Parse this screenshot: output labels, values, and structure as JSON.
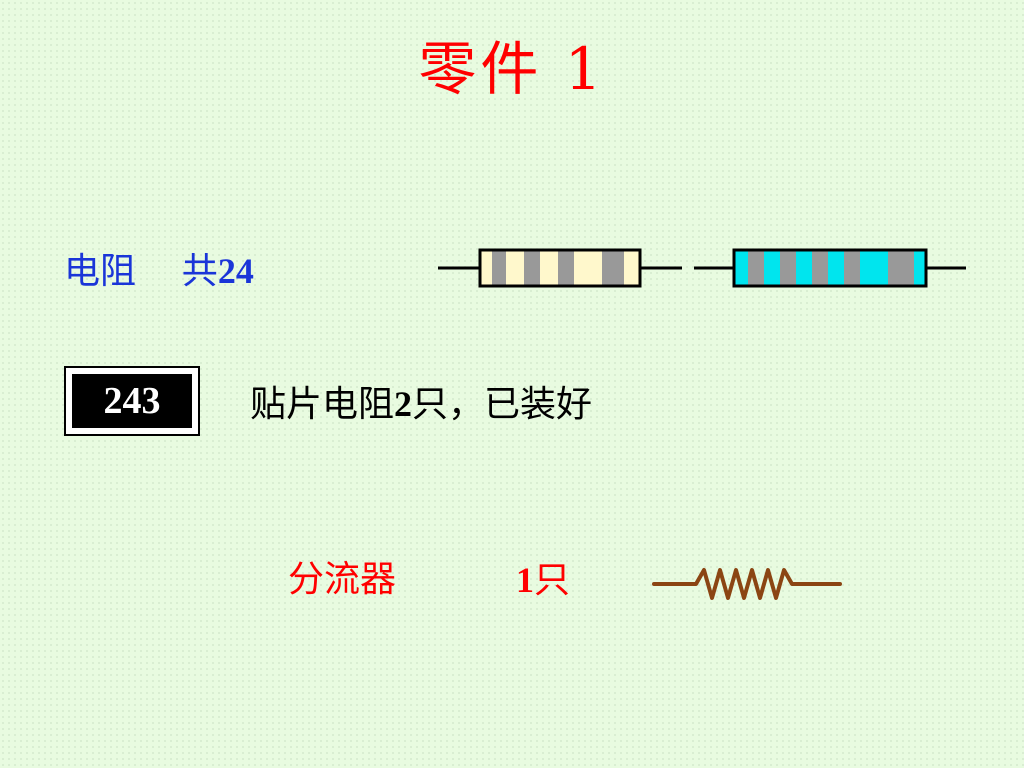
{
  "title": "零件 1",
  "resistor": {
    "label": "电阻",
    "count_prefix": "共",
    "count": "24",
    "colors": {
      "body1": "#fff8cc",
      "band1": "#999999",
      "body2": "#00e5ee",
      "band2": "#999999",
      "lead": "#000000"
    }
  },
  "smd": {
    "code": "243",
    "text_part1": "贴片电阻",
    "text_num": "2",
    "text_part2": "只，已装好"
  },
  "shunt": {
    "label": "分流器",
    "qty_num": "1",
    "qty_unit": "只",
    "color": "#8b4513"
  },
  "colors": {
    "title": "#ff0000",
    "resistor_label": "#1a35d8",
    "shunt_label": "#ff0000",
    "background": "#e8fbe0"
  }
}
